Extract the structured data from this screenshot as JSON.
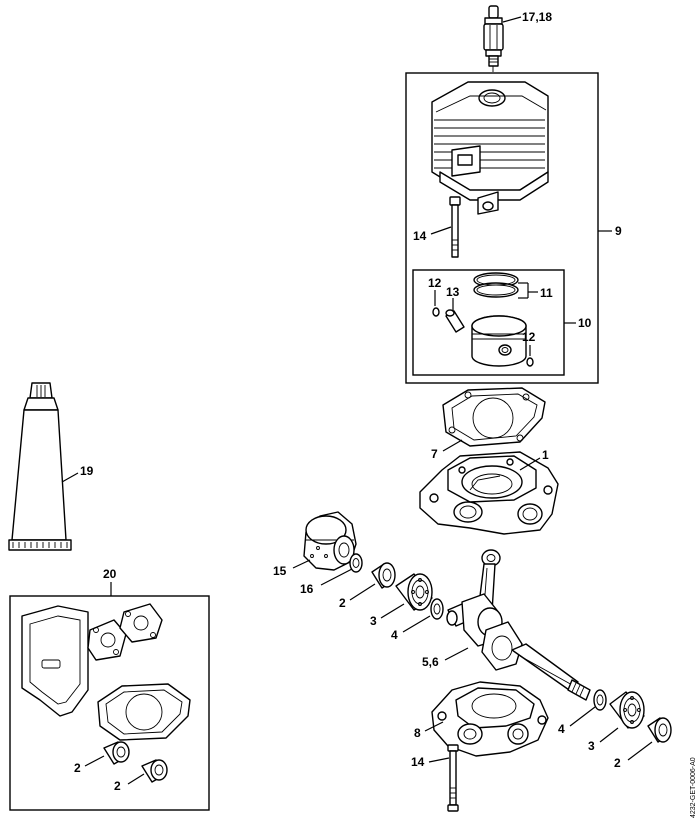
{
  "diagram": {
    "drawing_code": "4232-GET-0006-A0",
    "callouts": {
      "spark_plug": "17,18",
      "cylinder_box": "9",
      "cylinder_bolt": "14",
      "piston_box": "10",
      "snap_ring_left": "12",
      "piston_pin": "13",
      "piston_rings": "11",
      "snap_ring_right": "12",
      "gasket_top": "7",
      "crankcase_top": "1",
      "grease_tube": "19",
      "gasket_kit": "20",
      "kit_seal_a": "2",
      "kit_seal_b": "2",
      "flywheel_nut": "15",
      "washer": "16",
      "seal_left": "2",
      "bearing_left": "3",
      "ring_left": "4",
      "crankshaft": "5,6",
      "crankcase_bottom": "8",
      "ring_right": "4",
      "bearing_right": "3",
      "seal_right": "2",
      "bolt_bottom": "14"
    }
  }
}
